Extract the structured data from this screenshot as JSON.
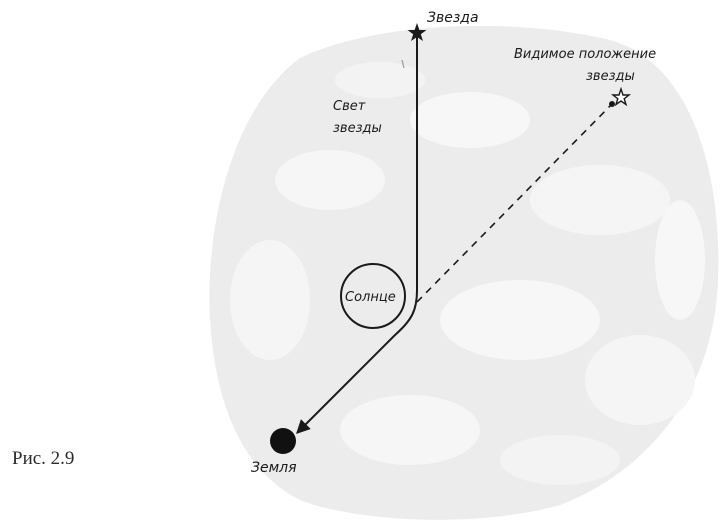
{
  "figure": {
    "caption": "Рис. 2.9",
    "labels": {
      "star": "Звезда",
      "apparent_position_line1": "Видимое положение",
      "apparent_position_line2": "звезды",
      "starlight_line1": "Свет",
      "starlight_line2": "звезды",
      "sun": "Солнце",
      "earth": "Земля"
    },
    "colors": {
      "ink": "#1a1a1a",
      "background_blob": "#ececec",
      "background_mottle": "#f7f7f7"
    }
  }
}
